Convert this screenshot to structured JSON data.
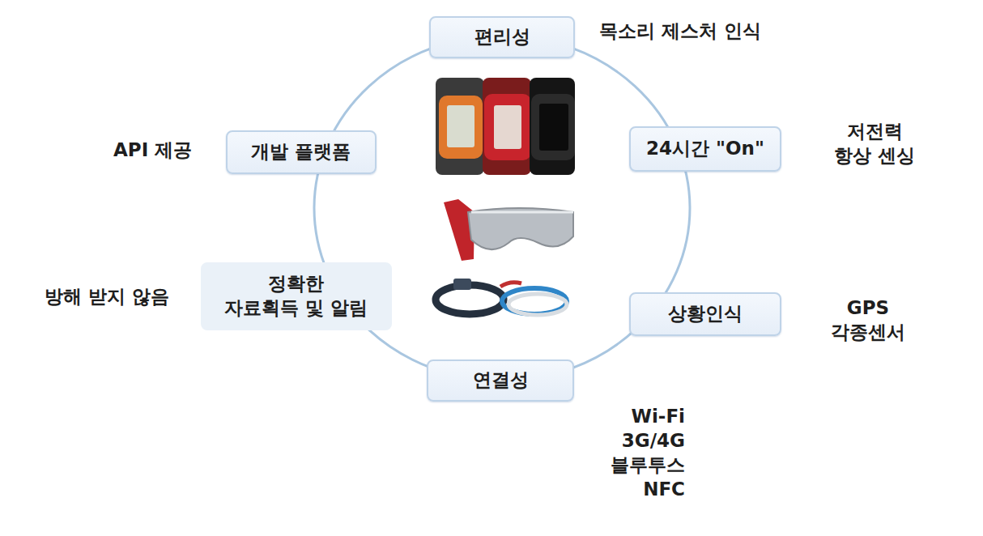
{
  "diagram": {
    "nodes": [
      {
        "text": [
          "편리성"
        ]
      },
      {
        "text": [
          "개발 플랫폼"
        ]
      },
      {
        "text": [
          "24시간 \"On\""
        ]
      },
      {
        "text": [
          "정확한 자료획득 및 알림"
        ]
      },
      {
        "text": [
          "상황인식"
        ]
      },
      {
        "text": [
          "연결성"
        ]
      }
    ],
    "labels": [
      "목소리 제스처 인식",
      "API 제공",
      "저전력 항상 센싱",
      "방해 받지 않음",
      "GPS 각종센서",
      "Wi-Fi 3G/4G 블루투스 NFC"
    ]
  }
}
